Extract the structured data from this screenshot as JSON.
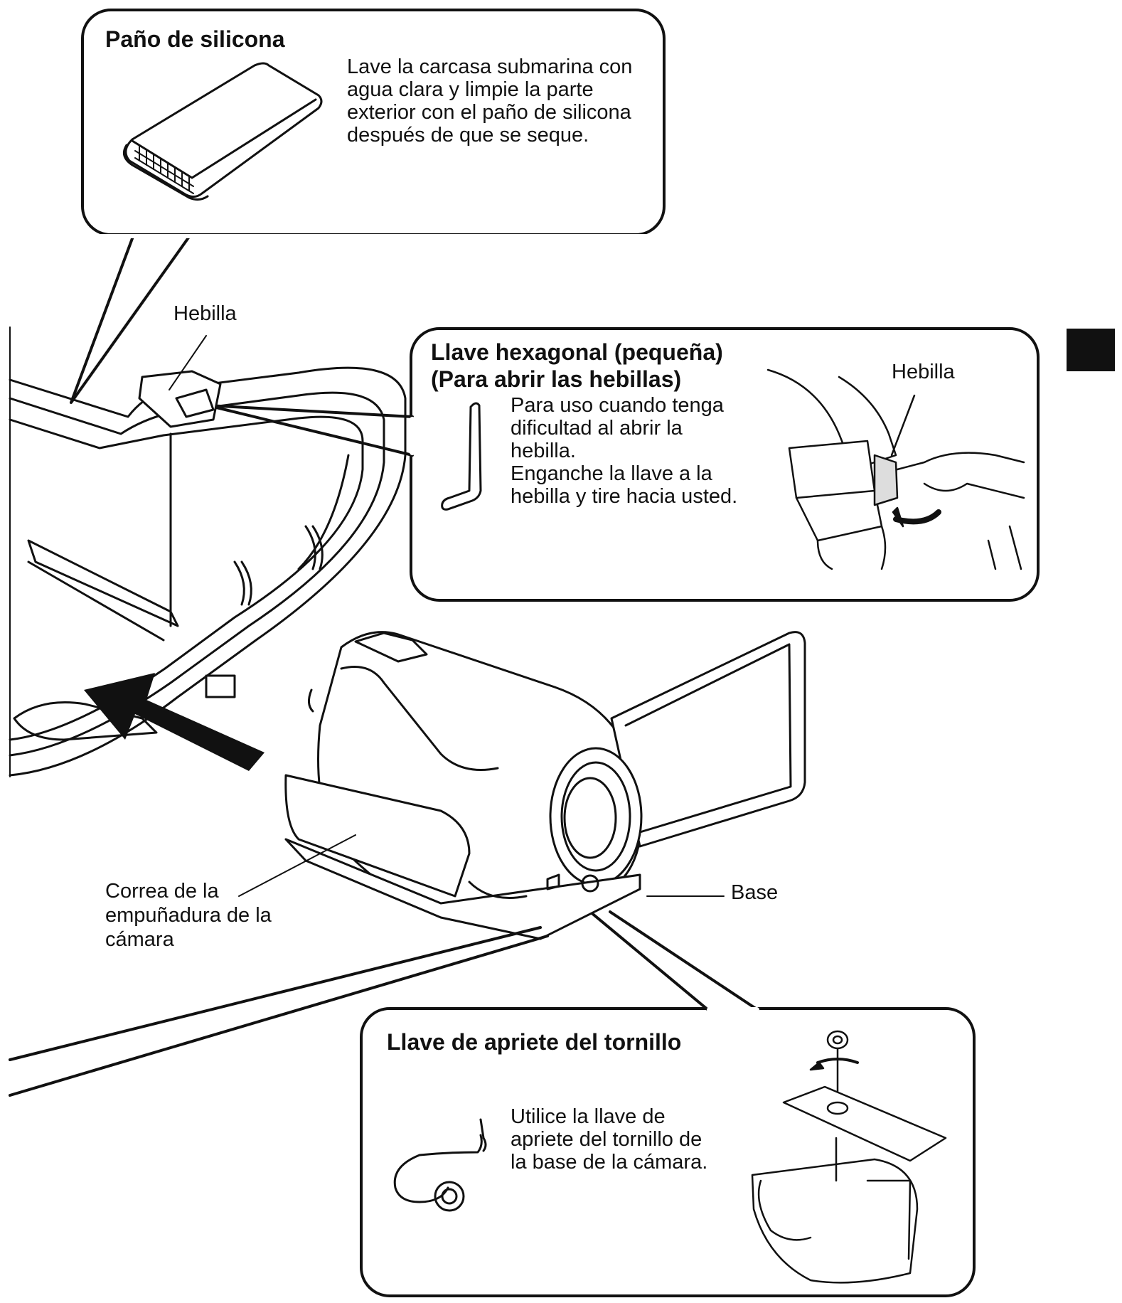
{
  "callouts": {
    "silicone_cloth": {
      "title": "Paño de silicona",
      "body": "Lave la carcasa submarina con\nagua clara y limpie la parte\nexterior con el paño de silicona\ndespués de que se seque."
    },
    "hex_wrench": {
      "title_line1": "Llave hexagonal (pequeña)",
      "title_line2": "(Para abrir las hebillas)",
      "body": "Para uso cuando tenga\ndificultad al abrir la\nhebilla.\nEnganche la llave a la\nhebilla y tire hacia usted.",
      "inset_label": "Hebilla"
    },
    "screw_wrench": {
      "title": "Llave de apriete del tornillo",
      "body": "Utilice la llave de\napriete del tornillo de\nla base de la cámara."
    }
  },
  "labels": {
    "buckle": "Hebilla",
    "grip_strap": "Correa de la\nempuñadura de la\ncámara",
    "base": "Base"
  },
  "colors": {
    "line": "#111111",
    "tab": "#111111",
    "background": "#ffffff"
  }
}
